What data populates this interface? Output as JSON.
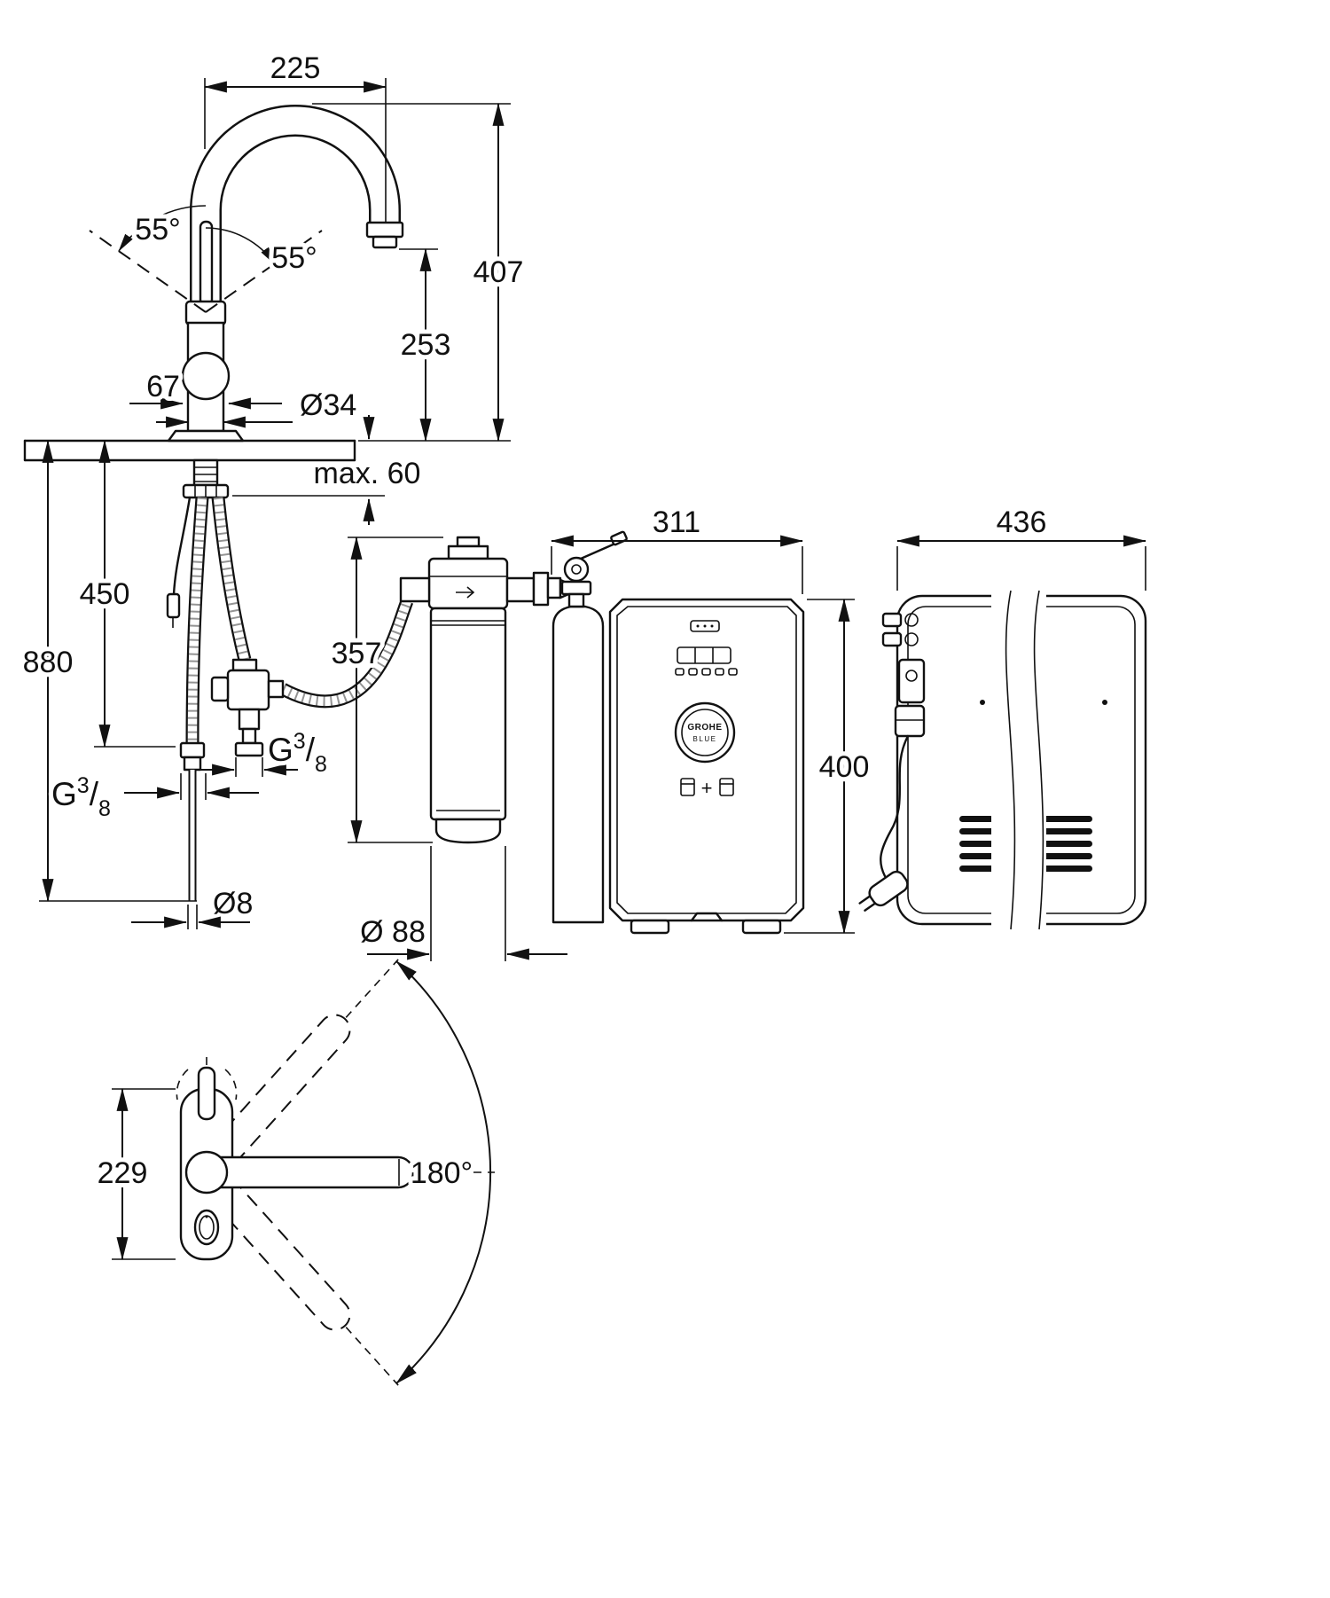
{
  "labels": {
    "reach": "225",
    "h1": "407",
    "h2": "253",
    "angle_l": "55°",
    "angle_r": "55°",
    "base_w": "67",
    "base_d": "Ø34",
    "deck": "max. 60",
    "hose1": "450",
    "hose2": "880",
    "tube_d": "Ø8",
    "filter_h": "357",
    "filter_d": "Ø 88",
    "cooler_w": "311",
    "cooler_h": "400",
    "side_w": "436",
    "depth": "229",
    "swivel": "180°",
    "thread": {
      "g": "G",
      "num": "3",
      "slash": "/",
      "den": "8"
    },
    "logo1": "GROHE",
    "logo2": "BLUE",
    "plus": "+"
  }
}
